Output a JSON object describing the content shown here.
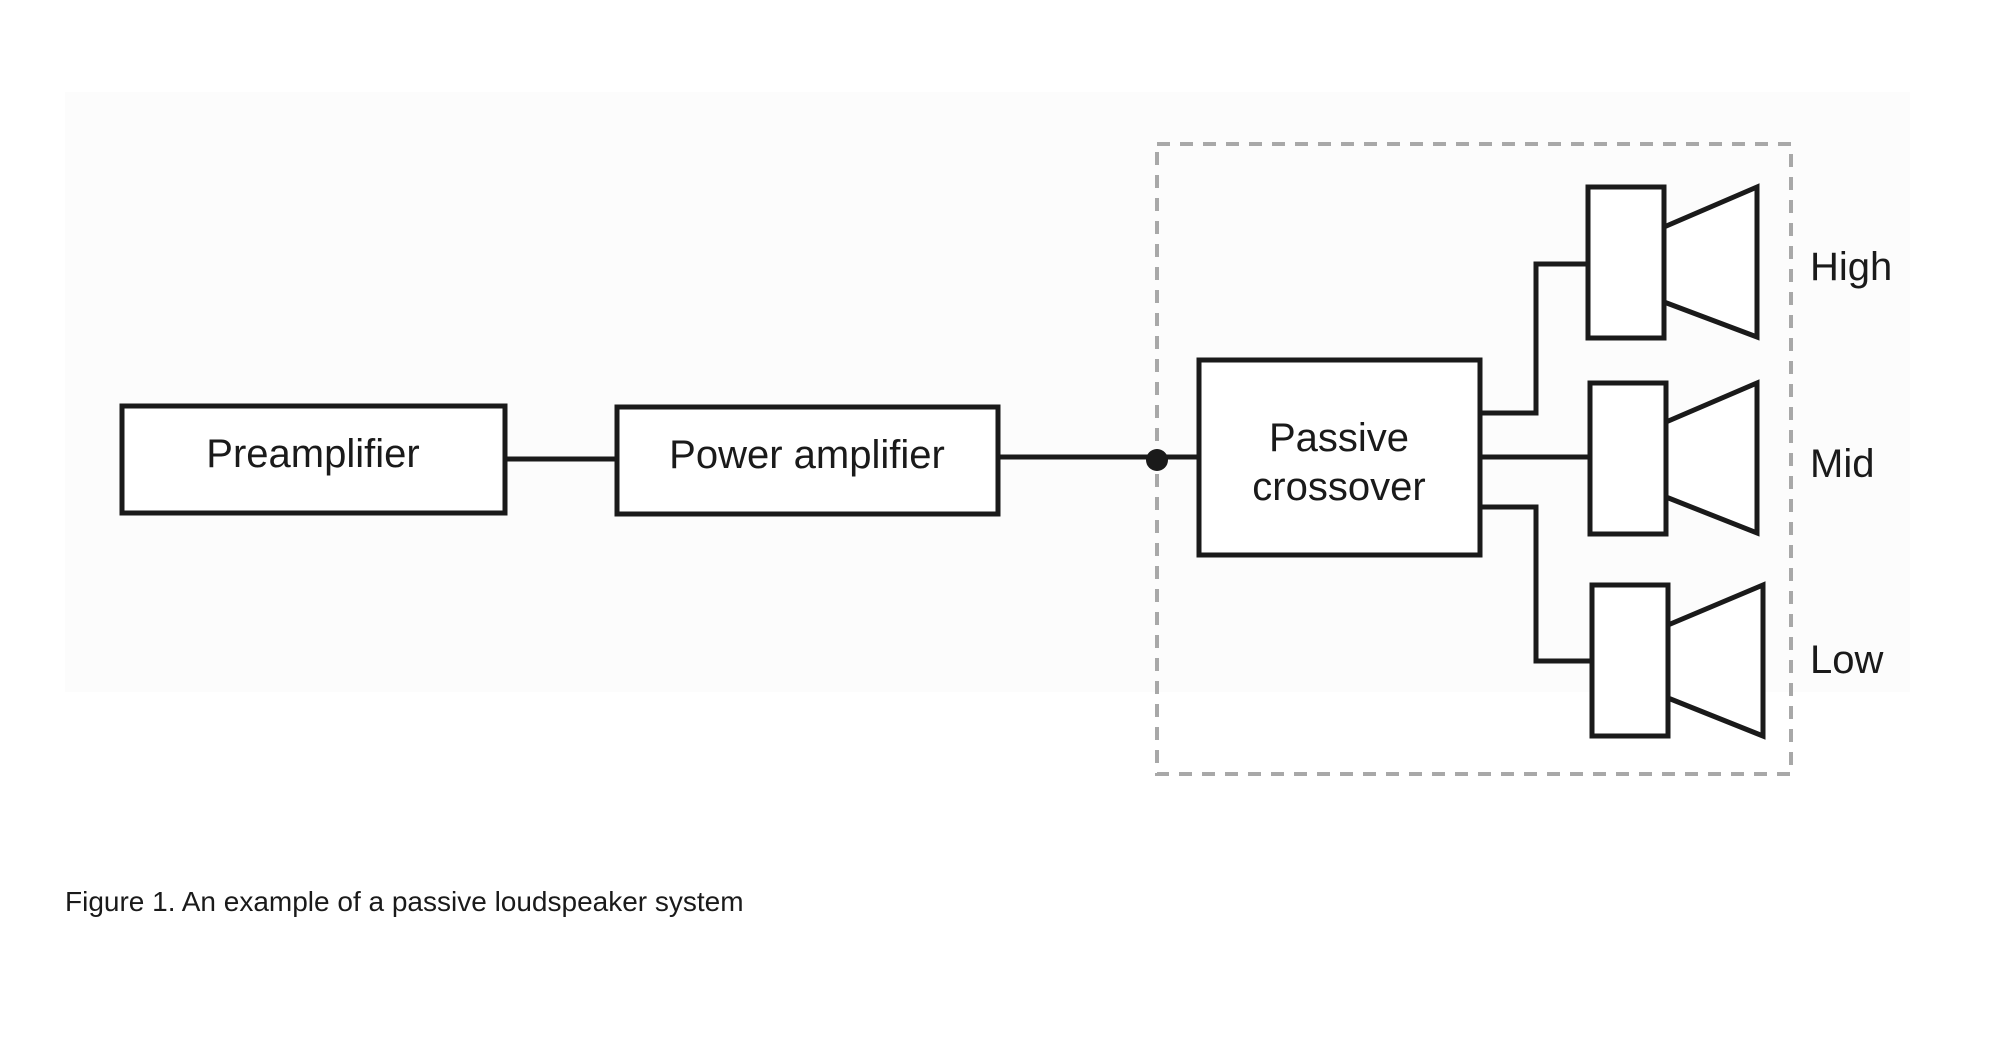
{
  "blocks": {
    "preamplifier": "Preamplifier",
    "power_amplifier": "Power amplifier",
    "crossover_line1": "Passive",
    "crossover_line2": "crossover"
  },
  "speakers": [
    {
      "label": "High"
    },
    {
      "label": "Mid"
    },
    {
      "label": "Low"
    }
  ],
  "caption": "Figure 1. An example of a passive loudspeaker system"
}
